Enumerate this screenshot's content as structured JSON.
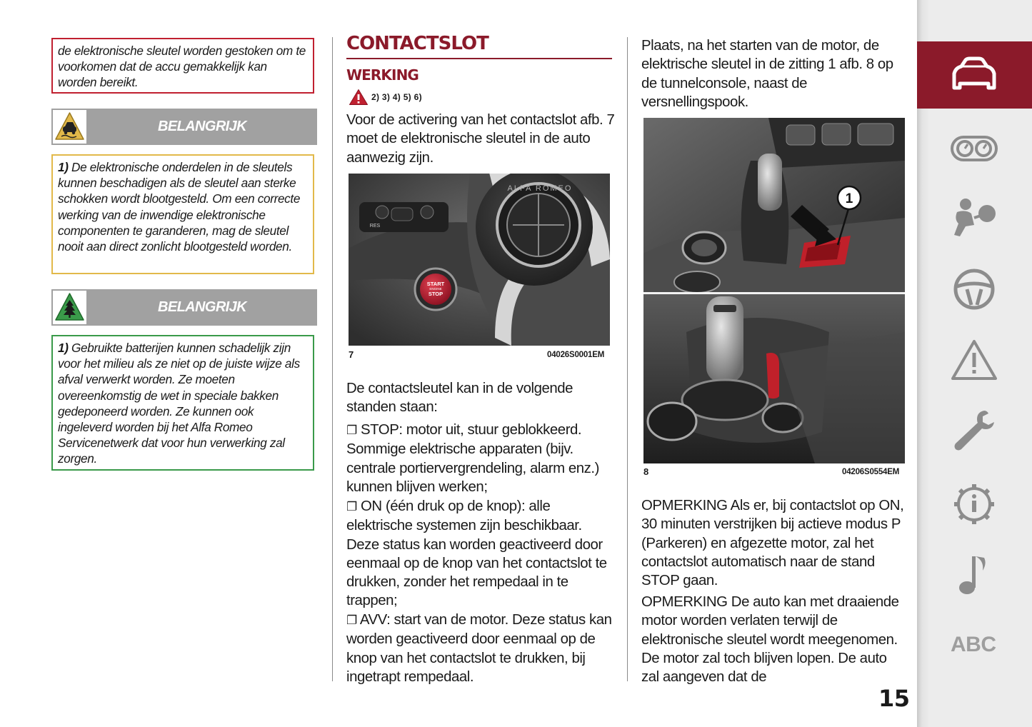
{
  "left_column": {
    "top_note": "de elektronische sleutel worden gestoken om te voorkomen dat de accu gemakkelijk kan worden bereikt.",
    "warnings": [
      {
        "title": "BELANGRIJK",
        "num": "1)",
        "text": " De elektronische onderdelen in de sleutels kunnen beschadigen als de sleutel aan sterke schokken wordt blootgesteld. Om een correcte werking van de inwendige elektronische componenten te garanderen, mag de sleutel nooit aan direct zonlicht blootgesteld worden."
      },
      {
        "title": "BELANGRIJK",
        "num": "1)",
        "text": " Gebruikte batterijen kunnen schadelijk zijn voor het milieu als ze niet op de juiste wijze als afval verwerkt worden. Ze moeten overeenkomstig de wet in speciale bakken gedeponeerd worden. Ze kunnen ook ingeleverd worden bij het Alfa Romeo Servicenetwerk dat voor hun verwerking zal zorgen."
      }
    ]
  },
  "middle_column": {
    "heading": "CONTACTSLOT",
    "subheading": "WERKING",
    "refs": "2) 3) 4) 5) 6)",
    "intro": "Voor de activering van het contactslot afb. 7 moet de elektronische sleutel in de auto aanwezig zijn.",
    "figure": {
      "number": "7",
      "code": "04026S0001EM",
      "res_label": "RES",
      "logo_text": "ALFA ROMEO",
      "start": "START",
      "engine": "ENGINE",
      "stop": "STOP"
    },
    "positions_intro": "De contactsleutel kan in de volgende standen staan:",
    "bullet_mark": "❐",
    "positions": [
      " STOP: motor uit, stuur geblokkeerd. Sommige elektrische apparaten (bijv. centrale portiervergrendeling, alarm enz.) kunnen blijven werken;",
      " ON (één druk op de knop): alle elektrische systemen zijn beschikbaar. Deze status kan worden geactiveerd door eenmaal op de knop van het contactslot te drukken, zonder het rempedaal in te trappen;",
      " AVV: start van de motor. Deze status kan worden geactiveerd door eenmaal op de knop van het contactslot te drukken, bij ingetrapt rempedaal."
    ]
  },
  "right_column": {
    "intro": "Plaats, na het starten van de motor, de elektrische sleutel in de zitting 1 afb. 8 op de tunnelconsole, naast de versnellingspook.",
    "figure": {
      "number": "8",
      "code": "04206S0554EM",
      "callout": "1"
    },
    "notes": [
      "OPMERKING Als er, bij contactslot op ON, 30 minuten verstrijken bij actieve modus P (Parkeren) en afgezette motor, zal het contactslot automatisch naar de stand STOP gaan.",
      "OPMERKING De auto kan met draaiende motor worden verlaten terwijl de elektronische sleutel wordt meegenomen. De motor zal toch blijven lopen. De auto zal aangeven dat de"
    ]
  },
  "page_number": "15",
  "sidebar": {
    "items": [
      "car-icon",
      "instruments-icon",
      "airbag-icon",
      "steering-wheel-icon",
      "warning-icon",
      "wrench-icon",
      "info-gear-icon",
      "music-note-icon",
      "ABC"
    ],
    "active_index": 0,
    "abc_label": "ABC"
  },
  "colors": {
    "accent": "#8b1a2a",
    "note_red": "#c02030",
    "warn_yellow": "#e2b94a",
    "warn_green": "#3a9a4a",
    "banner": "#a1a1a1"
  }
}
